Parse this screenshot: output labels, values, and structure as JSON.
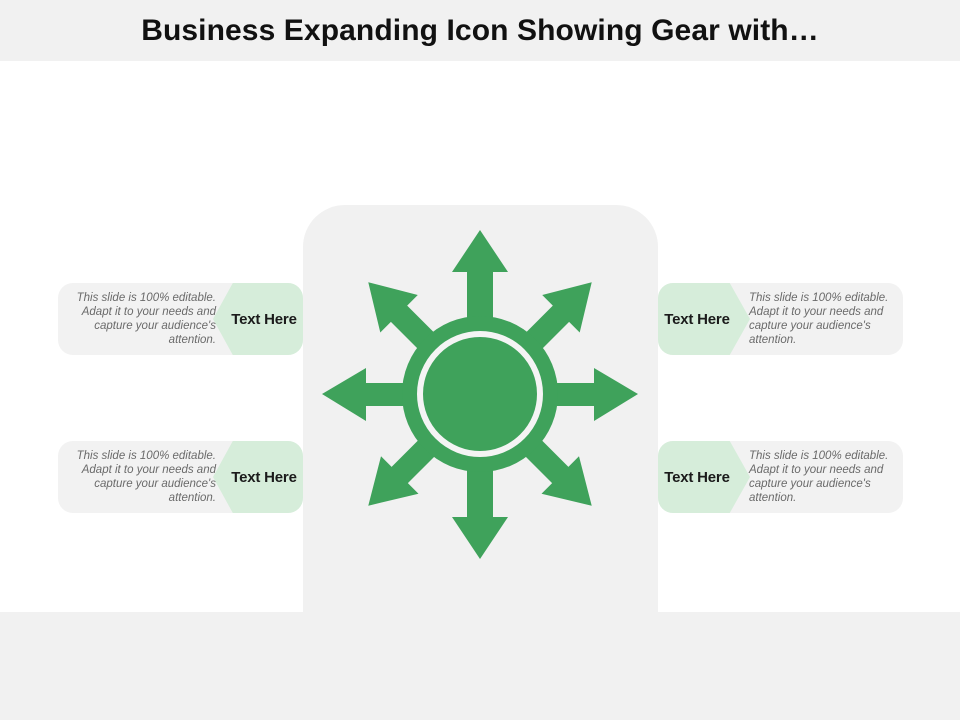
{
  "slide": {
    "title": "Business Expanding Icon Showing Gear with…",
    "background_color": "#FFFFFF",
    "band_color": "#F1F1F1",
    "card_color": "#F1F1F1",
    "accent_green": "#3FA25B",
    "chevron_green": "#D6EDDA",
    "body_text_color": "#6A6A6A"
  },
  "center_graphic": {
    "icon_name": "expanding-arrows-gear-icon",
    "description": "Green circular hub with white inner ring and eight arrows radiating outward",
    "arrow_count": 8,
    "color": "#3FA25B",
    "ring_color": "#F4F4F4"
  },
  "callouts": [
    {
      "id": "top-left",
      "side": "left",
      "label": "Text Here",
      "description": "This slide is 100% editable. Adapt it to your needs and capture your audience's attention."
    },
    {
      "id": "top-right",
      "side": "right",
      "label": "Text Here",
      "description": "This slide is 100% editable. Adapt it to your needs and capture your audience's attention."
    },
    {
      "id": "bottom-left",
      "side": "left",
      "label": "Text Here",
      "description": "This slide is 100% editable. Adapt it to your needs and capture your audience's attention."
    },
    {
      "id": "bottom-right",
      "side": "right",
      "label": "Text Here",
      "description": "This slide is 100% editable. Adapt it to your needs and capture your audience's attention."
    }
  ]
}
